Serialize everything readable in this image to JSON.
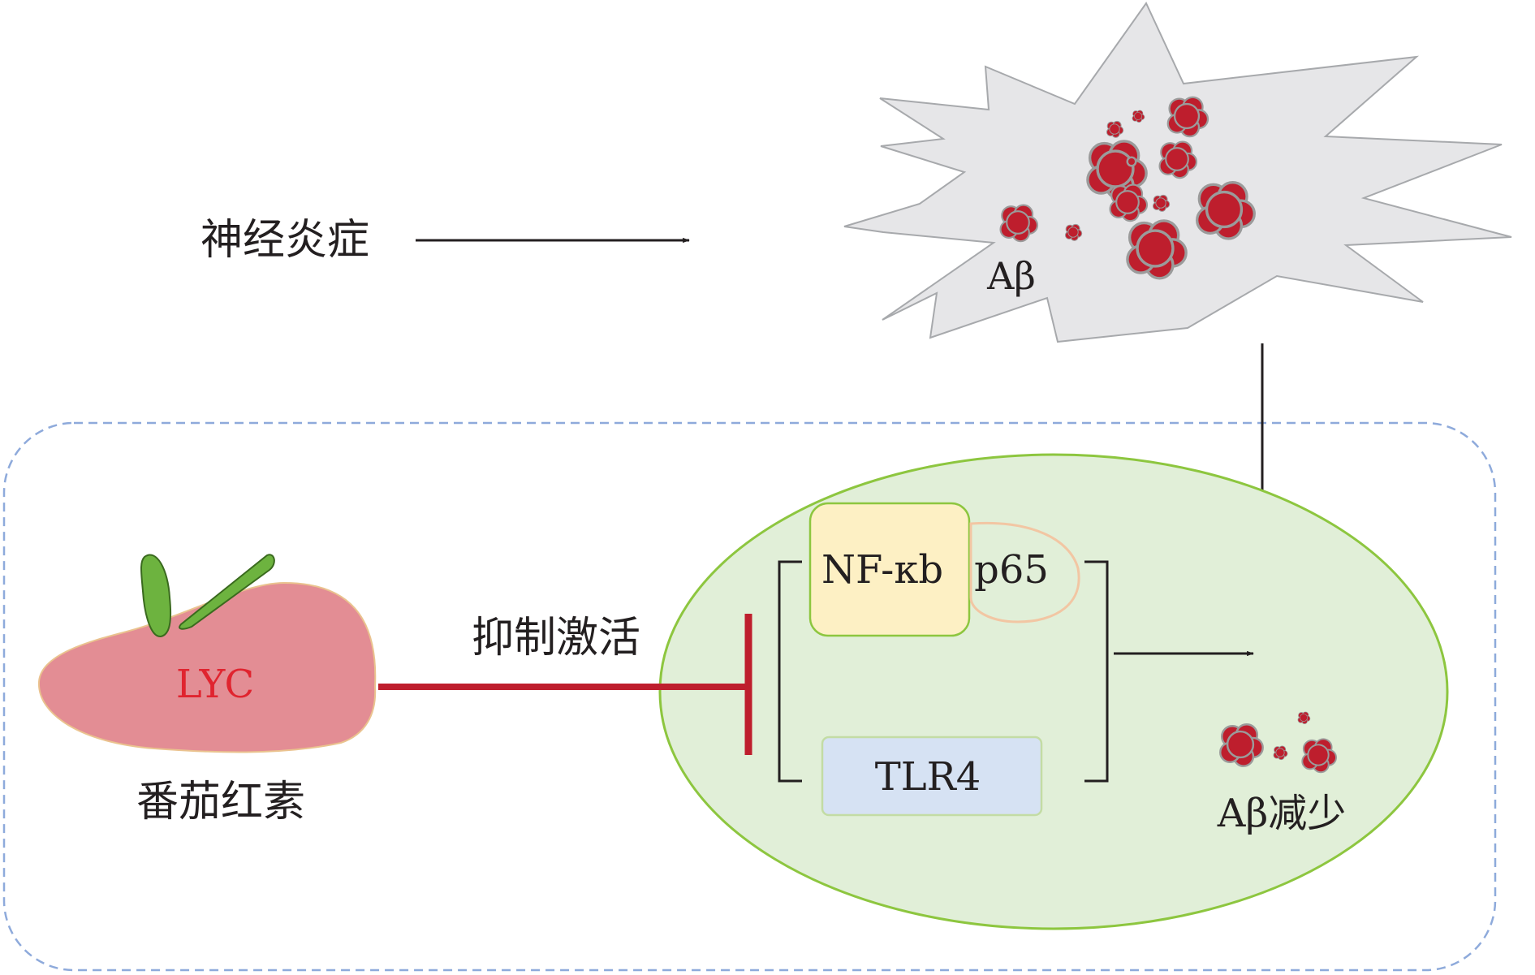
{
  "labels": {
    "neuroinflammation": "神经炎症",
    "abeta": "Aβ",
    "lyc": "LYC",
    "lycopene": "番茄红素",
    "inhibit_activation": "抑制激活",
    "nfkb": "NF-κb",
    "p65": "p65",
    "tlr4": "TLR4",
    "abeta_reduced": "Aβ减少"
  },
  "colors": {
    "tomato_body": "#e38d94",
    "tomato_text": "#e0242f",
    "leaf": "#6db33f",
    "inhibit_line": "#be1e2d",
    "plaque": "#be1e2d",
    "plaque_edge": "#9b9b9b",
    "starburst": "#e6e6e8",
    "cell_fill": "#e1efd8",
    "cell_edge": "#8dc63f",
    "nfkb_fill": "#fdf0c4",
    "tlr4_fill": "#d6e2f3",
    "dashed_border": "#8eaadb"
  }
}
